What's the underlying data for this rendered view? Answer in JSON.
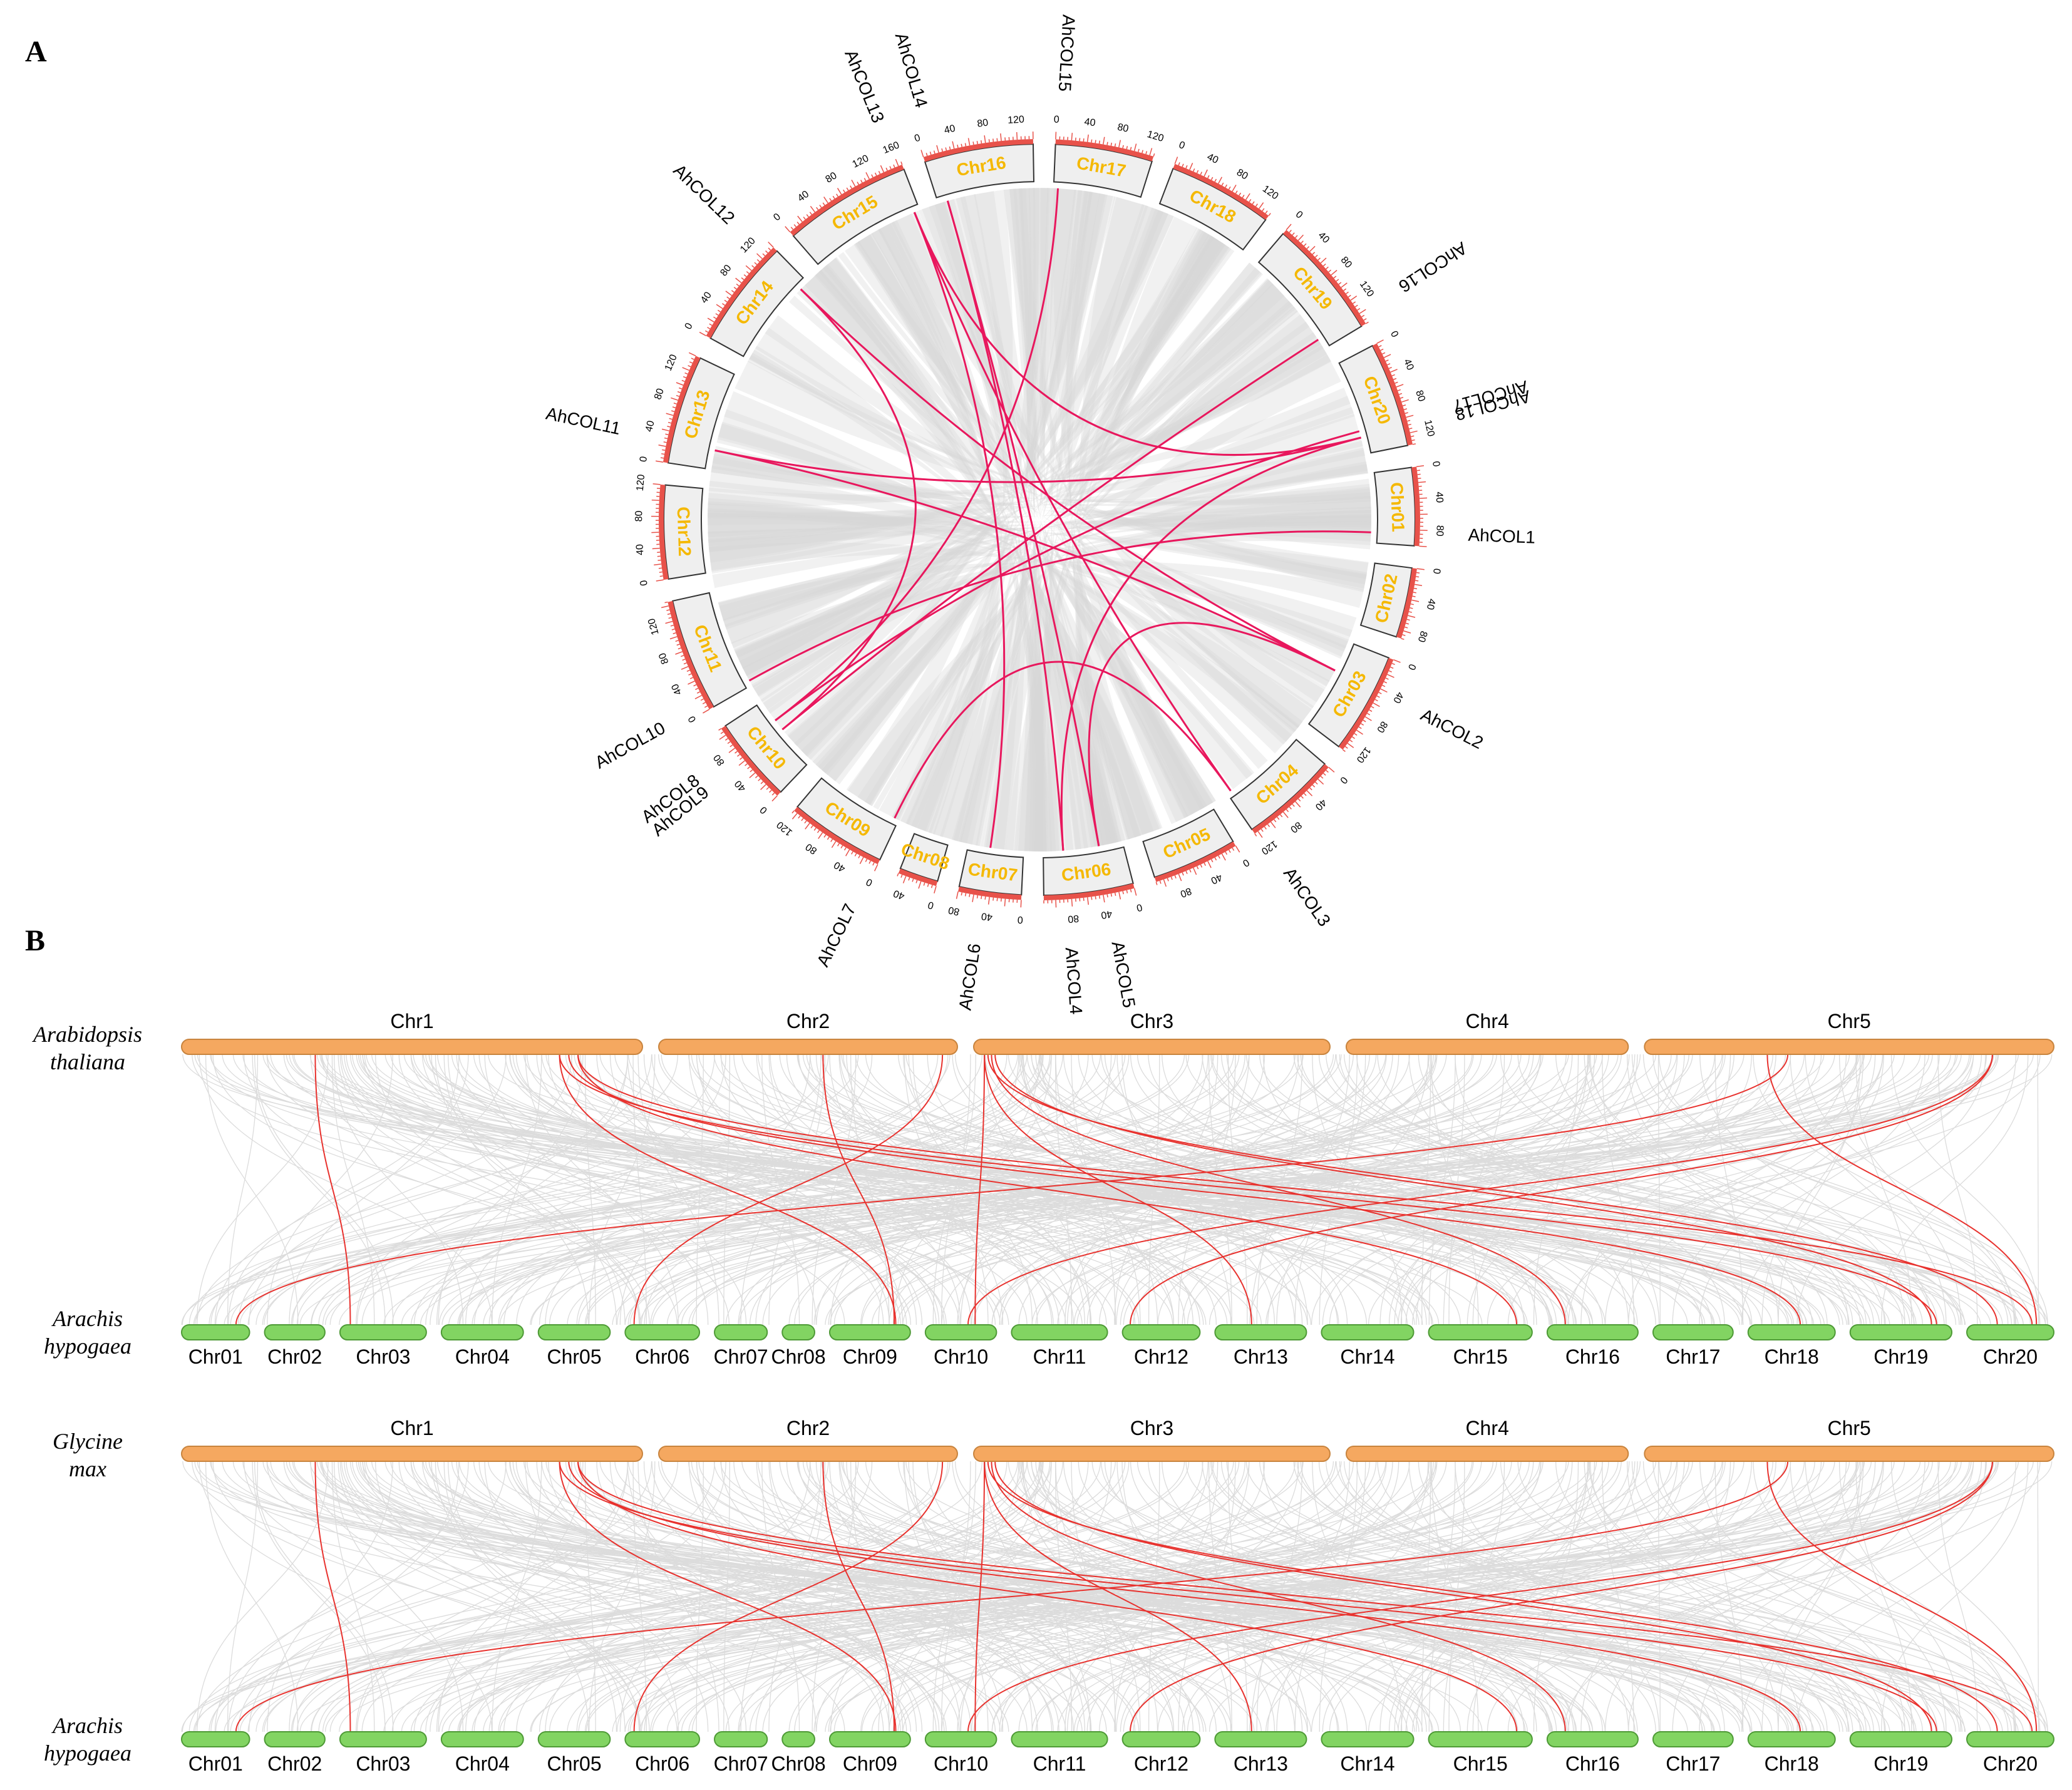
{
  "panelA": {
    "label": "A",
    "chromosomes": [
      {
        "name": "Chr01",
        "length": 100
      },
      {
        "name": "Chr02",
        "length": 90
      },
      {
        "name": "Chr03",
        "length": 130
      },
      {
        "name": "Chr04",
        "length": 125
      },
      {
        "name": "Chr05",
        "length": 110
      },
      {
        "name": "Chr06",
        "length": 115
      },
      {
        "name": "Chr07",
        "length": 80
      },
      {
        "name": "Chr08",
        "length": 50
      },
      {
        "name": "Chr09",
        "length": 125
      },
      {
        "name": "Chr10",
        "length": 110
      },
      {
        "name": "Chr11",
        "length": 145
      },
      {
        "name": "Chr12",
        "length": 120
      },
      {
        "name": "Chr13",
        "length": 140
      },
      {
        "name": "Chr14",
        "length": 140
      },
      {
        "name": "Chr15",
        "length": 165
      },
      {
        "name": "Chr16",
        "length": 140
      },
      {
        "name": "Chr17",
        "length": 125
      },
      {
        "name": "Chr18",
        "length": 135
      },
      {
        "name": "Chr19",
        "length": 155
      },
      {
        "name": "Chr20",
        "length": 135
      }
    ],
    "genes": [
      {
        "name": "AhCOL1",
        "chr": "Chr01",
        "pos": 0.85
      },
      {
        "name": "AhCOL2",
        "chr": "Chr03",
        "pos": 0.35
      },
      {
        "name": "AhCOL3",
        "chr": "Chr04",
        "pos": 0.95
      },
      {
        "name": "AhCOL4",
        "chr": "Chr06",
        "pos": 0.75
      },
      {
        "name": "AhCOL5",
        "chr": "Chr06",
        "pos": 0.3
      },
      {
        "name": "AhCOL6",
        "chr": "Chr07",
        "pos": 0.6
      },
      {
        "name": "AhCOL7",
        "chr": "Chr09",
        "pos": 0.05
      },
      {
        "name": "AhCOL8",
        "chr": "Chr10",
        "pos": 0.7
      },
      {
        "name": "AhCOL9",
        "chr": "Chr10",
        "pos": 0.55
      },
      {
        "name": "AhCOL10",
        "chr": "Chr11",
        "pos": 0.05
      },
      {
        "name": "AhCOL11",
        "chr": "Chr13",
        "pos": 0.2
      },
      {
        "name": "AhCOL12",
        "chr": "Chr14",
        "pos": 0.9
      },
      {
        "name": "AhCOL13",
        "chr": "Chr15",
        "pos": 0.95
      },
      {
        "name": "AhCOL14",
        "chr": "Chr16",
        "pos": 0.1
      },
      {
        "name": "AhCOL15",
        "chr": "Chr17",
        "pos": 0.05
      },
      {
        "name": "AhCOL16",
        "chr": "Chr19",
        "pos": 0.9
      },
      {
        "name": "AhCOL17",
        "chr": "Chr20",
        "pos": 0.75
      },
      {
        "name": "AhCOL18",
        "chr": "Chr20",
        "pos": 0.82
      }
    ],
    "links": [
      [
        "AhCOL13",
        "AhCOL3"
      ],
      [
        "AhCOL13",
        "AhCOL6"
      ],
      [
        "AhCOL14",
        "AhCOL5"
      ],
      [
        "AhCOL14",
        "AhCOL4"
      ],
      [
        "AhCOL15",
        "AhCOL8"
      ],
      [
        "AhCOL12",
        "AhCOL2"
      ],
      [
        "AhCOL12",
        "AhCOL9"
      ],
      [
        "AhCOL11",
        "AhCOL18"
      ],
      [
        "AhCOL11",
        "AhCOL2"
      ],
      [
        "AhCOL10",
        "AhCOL1"
      ],
      [
        "AhCOL16",
        "AhCOL9"
      ],
      [
        "AhCOL17",
        "AhCOL8"
      ],
      [
        "AhCOL18",
        "AhCOL4"
      ],
      [
        "AhCOL7",
        "AhCOL3"
      ],
      [
        "AhCOL2",
        "AhCOL5"
      ],
      [
        "AhCOL13",
        "AhCOL18"
      ]
    ],
    "colors": {
      "ring": "#E8524A",
      "chr_box": "#EFEFEF",
      "link": "#E8175D",
      "background_link": "#D8D8D8",
      "chr_label": "#F5B800"
    }
  },
  "panelB": {
    "label": "B",
    "comparisons": [
      {
        "top_species": [
          "Arabidopsis",
          "thaliana"
        ],
        "bottom_species": [
          "Arachis",
          "hypogaea"
        ],
        "top_chromosomes": [
          {
            "name": "Chr1",
            "length": 30.4
          },
          {
            "name": "Chr2",
            "length": 19.7
          },
          {
            "name": "Chr3",
            "length": 23.5
          },
          {
            "name": "Chr4",
            "length": 18.6
          },
          {
            "name": "Chr5",
            "length": 27.0
          }
        ],
        "links": [
          [
            0,
            0.29,
            2,
            0.12
          ],
          [
            0,
            0.82,
            8,
            0.82
          ],
          [
            0,
            0.82,
            18,
            0.85
          ],
          [
            0,
            0.86,
            14,
            0.85
          ],
          [
            0,
            0.86,
            19,
            0.75
          ],
          [
            0,
            0.84,
            17,
            0.6
          ],
          [
            1,
            0.55,
            8,
            0.8
          ],
          [
            1,
            0.95,
            5,
            0.12
          ],
          [
            2,
            0.03,
            9,
            0.7
          ],
          [
            2,
            0.03,
            12,
            0.4
          ],
          [
            2,
            0.05,
            15,
            0.2
          ],
          [
            2,
            0.04,
            19,
            0.35
          ],
          [
            2,
            0.06,
            18,
            0.8
          ],
          [
            4,
            0.35,
            0,
            0.8
          ],
          [
            4,
            0.85,
            9,
            0.6
          ],
          [
            4,
            0.85,
            11,
            0.1
          ],
          [
            4,
            0.3,
            19,
            0.8
          ]
        ]
      },
      {
        "top_species": [
          "Glycine",
          "max"
        ],
        "bottom_species": [
          "Arachis",
          "hypogaea"
        ],
        "top_chromosomes": [
          {
            "name": "Chr1",
            "length": 30.4
          },
          {
            "name": "Chr2",
            "length": 19.7
          },
          {
            "name": "Chr3",
            "length": 23.5
          },
          {
            "name": "Chr4",
            "length": 18.6
          },
          {
            "name": "Chr5",
            "length": 27.0
          }
        ],
        "links": [
          [
            0,
            0.29,
            2,
            0.12
          ],
          [
            0,
            0.82,
            8,
            0.82
          ],
          [
            0,
            0.82,
            18,
            0.85
          ],
          [
            0,
            0.86,
            14,
            0.85
          ],
          [
            0,
            0.86,
            19,
            0.75
          ],
          [
            0,
            0.84,
            17,
            0.6
          ],
          [
            1,
            0.55,
            8,
            0.8
          ],
          [
            1,
            0.95,
            5,
            0.12
          ],
          [
            2,
            0.03,
            9,
            0.7
          ],
          [
            2,
            0.03,
            12,
            0.4
          ],
          [
            2,
            0.05,
            15,
            0.2
          ],
          [
            2,
            0.04,
            19,
            0.35
          ],
          [
            2,
            0.06,
            18,
            0.8
          ],
          [
            4,
            0.35,
            0,
            0.8
          ],
          [
            4,
            0.85,
            9,
            0.6
          ],
          [
            4,
            0.85,
            11,
            0.1
          ],
          [
            4,
            0.3,
            19,
            0.8
          ]
        ]
      }
    ],
    "bottom_chromosomes": [
      {
        "name": "Chr01",
        "length": 107
      },
      {
        "name": "Chr02",
        "length": 95
      },
      {
        "name": "Chr03",
        "length": 136
      },
      {
        "name": "Chr04",
        "length": 129
      },
      {
        "name": "Chr05",
        "length": 113
      },
      {
        "name": "Chr06",
        "length": 117
      },
      {
        "name": "Chr07",
        "length": 83
      },
      {
        "name": "Chr08",
        "length": 51
      },
      {
        "name": "Chr09",
        "length": 127
      },
      {
        "name": "Chr10",
        "length": 112
      },
      {
        "name": "Chr11",
        "length": 151
      },
      {
        "name": "Chr12",
        "length": 122
      },
      {
        "name": "Chr13",
        "length": 144
      },
      {
        "name": "Chr14",
        "length": 145
      },
      {
        "name": "Chr15",
        "length": 163
      },
      {
        "name": "Chr16",
        "length": 143
      },
      {
        "name": "Chr17",
        "length": 126
      },
      {
        "name": "Chr18",
        "length": 137
      },
      {
        "name": "Chr19",
        "length": 160
      },
      {
        "name": "Chr20",
        "length": 137
      }
    ],
    "colors": {
      "top_bar": "#F5A860",
      "top_bar_stroke": "#C8843E",
      "bottom_bar": "#82D462",
      "bottom_bar_stroke": "#4E9A36",
      "link": "#E8322E",
      "background_link": "#DCDCDC"
    }
  }
}
